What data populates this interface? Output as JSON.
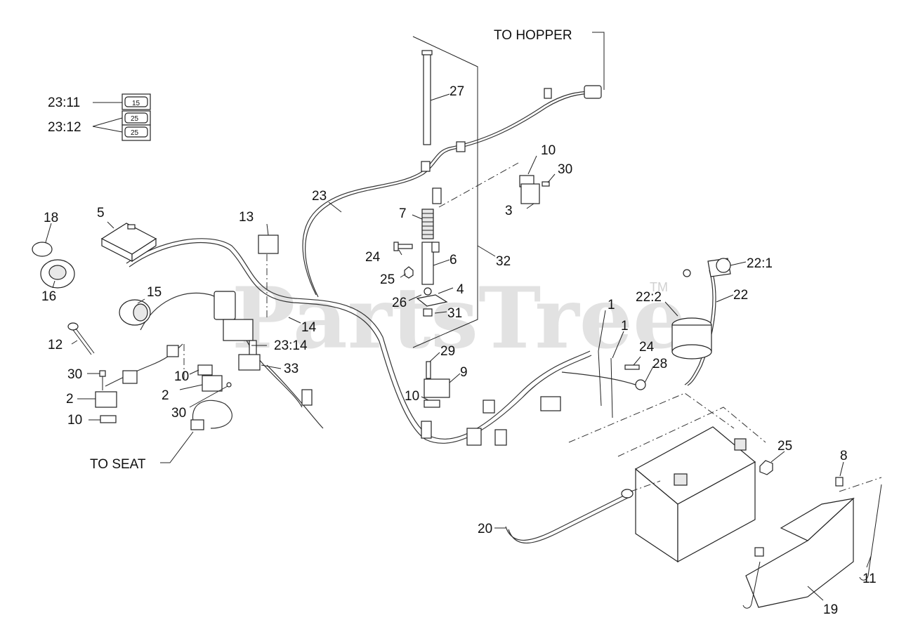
{
  "watermark": {
    "text": "PartsTree",
    "tm": "TM"
  },
  "callouts": {
    "to_hopper": "TO HOPPER",
    "to_seat": "TO SEAT",
    "c23_11": "23:11",
    "c23_12": "23:12",
    "c23_14": "23:14",
    "c22_1": "22:1",
    "c22_2": "22:2"
  },
  "connector_labels": {
    "c15": "15",
    "c25a": "25",
    "c25b": "25"
  },
  "part_numbers": {
    "p1a": "1",
    "p1b": "1",
    "p2a": "2",
    "p2b": "2",
    "p3": "3",
    "p4": "4",
    "p5": "5",
    "p6": "6",
    "p7": "7",
    "p8": "8",
    "p9": "9",
    "p10a": "10",
    "p10b": "10",
    "p10c": "10",
    "p10d": "10",
    "p11": "11",
    "p12": "12",
    "p13": "13",
    "p14": "14",
    "p15": "15",
    "p16": "16",
    "p18": "18",
    "p19": "19",
    "p20": "20",
    "p22": "22",
    "p23": "23",
    "p24a": "24",
    "p24b": "24",
    "p25a": "25",
    "p25b": "25",
    "p26": "26",
    "p27": "27",
    "p28": "28",
    "p29": "29",
    "p30a": "30",
    "p30b": "30",
    "p30c": "30",
    "p31": "31",
    "p32": "32",
    "p33": "33"
  }
}
